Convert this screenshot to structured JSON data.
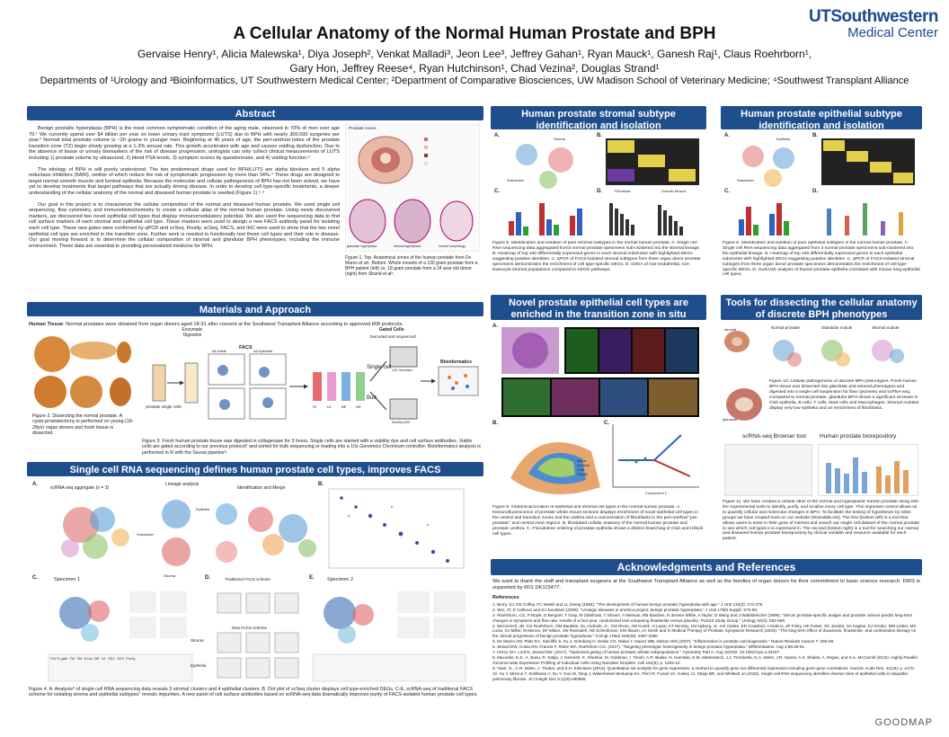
{
  "logo": {
    "line1": "UTSouthwestern",
    "line2": "Medical Center"
  },
  "title": "A Cellular Anatomy of the Normal Human Prostate and BPH",
  "authors_line1": "Gervaise Henry¹, Alicia Malewska¹, Diya Joseph², Venkat Malladi³, Jeon Lee³, Jeffrey Gahan¹, Ryan Mauck¹, Ganesh Raj¹, Claus Roehrborn¹,",
  "authors_line2": "Gary Hon, Jeffrey Reese⁴, Ryan Hutchinson¹, Chad Vezina², Douglas Strand¹",
  "affiliations": "Departments of ¹Urology and ³Bioinformatics, UT Southwestern Medical Center; ²Department of Comparative Biosciences, UW Madison School of Veterinary Medicine; ⁴Southwest Transplant Alliance",
  "sections": {
    "abstract": "Abstract",
    "materials": "Materials and Approach",
    "scrna": "Single cell RNA sequencing defines human prostate cell types, improves FACS",
    "stromal": "Human prostate stromal subtype identification and isolation",
    "epithelial": "Human prostate epithelial subtype identification and isolation",
    "novel_line1": "Novel prostate epithelial cell types are",
    "novel_line2": "enriched in the transition zone in situ",
    "tools": "Tools for dissecting the cellular anatomy of discrete BPH phenotypes",
    "ack": "Acknowledgments and References"
  },
  "abstract": {
    "p1": "Benign prostatic hyperplasia (BPH) is the most common symptomatic condition of the aging male, observed in 70% of men over age 70.¹ We currently spend over $4 billion per year on lower urinary tract symptoms (LUTS) due to BPH with nearly 300,000 surgeries per year.² Normal total prostate volume is ~20 grams in younger men. Beginning at 40 years of age, the peri-urethral lobes of the prostate transition zone (TZ) begin slowly growing at a 1-3% annual rate. This growth accelerates with age and causes voiding dysfunction. Due to the absence of tissue or urinary biomarkers of the risk of disease progression, urologists can only collect clinical measurements of LUTS including 1) prostate volume by ultrasound, 2) blood PSA levels, 3) symptom scores by questionnaire, and 4) voiding function.³",
    "p2": "The etiology of BPH is still poorly understood. The two predominant drugs used for BPH/LUTS are alpha blockers and 5 alpha reductase inhibitors (5ARI), neither of which reduce the risk of symptomatic progression by more than 34%.⁴ These drugs are designed to target normal smooth muscle and luminal epithelia. Because the molecular and cellular pathogenesis of BPH has not been solved, we have yet to develop treatments that target pathways that are actually driving disease. In order to develop cell type-specific treatments, a deeper understanding of the cellular anatomy of the normal and diseased human prostate is needed (Figure 1).⁵˒⁶",
    "p3": "Our goal in this project is to characterize the cellular composition of the normal and diseased human prostate. We used single cell sequencing, flow cytometry, and immunohistochemistry to create a cellular atlas of the normal human prostate. Using newly discovered markers, we discovered two novel epithelial cell types that display immunomodulatory potential. We also used the sequencing data to find cell surface markers of each stromal and epithelial cell type. These markers were used to design a new FACS antibody panel for isolating each cell type. These new gates were confirmed by qPCR and scSeq. Finally, scSeq, FACS, and IHC were used to show that the two novel epithelial cell type are enriched in the transition zone. Further work is needed to functionally test these cell types and their role in disease. Our goal moving forward is to determine the cellular composition of stromal and glandular BPH phenotypes, including the immune environment. These data are essential to providing personalized medicine for BPH.",
    "fig1_caption": "Figure 1. Top. Anatomical zones of the human prostate from De Marzo et al⁶. Bottom. Whole mounts of a 130 gram prostate from a BPH patient (left) vs. 18 gram prostate from a 24 year old donor (right) from Strand et al⁶.",
    "fig1_labels": {
      "prostate_zones": "Prostate zones",
      "bph": "glandular hyperplasia",
      "stromal": "stromal hyperplasia",
      "normal": "normal morphology"
    }
  },
  "materials": {
    "human_tissue_label": "Human Tissue",
    "human_tissue": ": Normal prostates were obtained from organ donors aged 18-31 after consent at the Southwest Transplant Alliance according to approved IRB protocols.",
    "fig2_caption": "Figure 2. Dissecting the normal prostate. A cysto-prostatectomy is performed on young (18-28yo) organ donors and fresh tissue is dissected.",
    "fig3_caption": "Figure 3. Fresh human prostate tissue was digested in collagenase for 3 hours. Single cells are stained with a viability dye and cell surface antibodies. Viable cells are gated according to our previous protocol⁷ and sorted for bulk sequencing or loading into a 10x Genomics Chromium controller. Bioinformatics analysis is performed in R with the Seurat pipeline⁸.",
    "flow": {
      "enzymatic": "Enzymatic Digestion",
      "prostate_cells": "prostate single cells",
      "facs": "FACS",
      "all_viable": "All viable",
      "all_epith": "All Epithelia",
      "gated": "Gated Cells",
      "barcoded": "barcoded and sequenced",
      "single": "Single cell",
      "bulk": "Bulk",
      "tenx": "10X Genomics",
      "nextseq": "NextSeq 500",
      "bioinf": "Bioinformatics",
      "tubes": [
        "St",
        "LE",
        "BE",
        "OE"
      ]
    }
  },
  "scrna": {
    "aggregate": "scRNA-seq aggregate (n = 3)",
    "lineage": "Lineage analysis",
    "ident": "Identification and Merge",
    "epithelia": "Epithelia",
    "stroma": "Stroma",
    "subcluster": "Subcluster",
    "specimen1": "Specimen 1",
    "specimen2": "Specimen 2",
    "trad": "Traditional FACS scheme",
    "newfacs": "New FACS scheme",
    "stroma_lbl": "Stroma",
    "epith_lbl": "Epithelia",
    "table_header": [
      "FACS gate",
      "Fib",
      "SM",
      "Endo",
      "BE",
      "LE",
      "OE1",
      "OE2",
      "Purity"
    ],
    "clusters": [
      "Fib",
      "SM",
      "Endo",
      "BE",
      "LE",
      "OE1",
      "OE2"
    ],
    "fig4_caption": "Figure 4. A. Analysis⁸ of single cell RNA sequencing data reveals 3 stromal clusters and 4 epithelial clusters. B. Dot plot of scSeq cluster displays cell type-enriched DEGs. C-E, scRNA-seq of traditional FACS scheme for isolating stroma and epithelial subtypes⁷ reveals impurities. A new panel of cell surface antibodies based on scRNA-seq data dramatically improves purity of FACS-isolated human prostate cell types."
  },
  "stromal": {
    "fig5_caption": "Figure 5. Identification and isolation of pure stromal subtypes in the normal human prostate. A. Single cell RNA sequencing data aggregated from3 normal prostate specimens sub-clustered into the stromal lineage. B. Heatmap of top 100 differentially expressed genes in each stromal subcluster with highlighted DEGs suggesting putative identities. C. qPCR of FACS-isolated stromal subtypes from three organ donor prostate specimens demonstrates the enrichment of cell type-specific DEGs. D. GSEA of non-endothelial, non-leukocyte stromal populations compared to KEGG pathways.",
    "panel_labels": [
      "A.",
      "B.",
      "C.",
      "D."
    ],
    "stroma_lbl": "Stroma",
    "subcluster": "Subcluster",
    "fibroblast": "Fibroblast",
    "smooth": "Smooth Muscle",
    "endothelia": "Endothelia",
    "fibro_d": "Fibroblast",
    "smooth_d": "Smooth Muscle"
  },
  "epithelial": {
    "fig6_caption": "Figure 6. Identification and isolation of pure epithelial subtypes in the normal human prostate. A. Single cell RNA sequencing data aggregated from 3 normal prostate specimens sub-clustered into the epithelial lineage. B. Heatmap of top 100 differentially expressed genes in each epithelial subcluster with highlighted DEGs suggesting putative identities. C. qPCR of FACS-isolated stromal subtypes from three organ donor prostate specimens demonstrates the enrichment of cell type-specific DEGs. D. GuSAGE analysis of human prostate epithelia correlated with mouse lung epithelial cell types.",
    "panel_labels": [
      "A.",
      "B.",
      "C.",
      "D."
    ],
    "epithelia": "Epithelia",
    "subcluster": "Subcluster"
  },
  "novel": {
    "fig9_caption": "Figure 9. Anatomical location of epithelial and stromal cell types in the normal human prostate. A. Immunofluorescence of prostate whole mount sections displays enrichment of novel epithelial cell types in the central and transition zones and the urethra and a concentration of fibroblasts in the peri-urethral \"pre-prostatic\" and central zone regions. B. Illustrated cellular anatomy of the normal human prostate and prostatic urethra. C. Pseudotime ordering of prostate epithelia shows a distinct branching of Club and Hillock cell types.",
    "panel_labels": [
      "A.",
      "B.",
      "C."
    ],
    "legend": [
      "Basal",
      "Luminal",
      "Club",
      "Hillock"
    ],
    "component": "Component 1"
  },
  "tools": {
    "normal": "Normal prostate",
    "glandular": "Glandular nodule",
    "stromal_nodule": "Stromal nodule",
    "stromal": "stromal",
    "glandular_lbl": "glandular",
    "fig10_caption": "Figure 10. Cellular pathogenesis of discrete BPH phenotypes. Fresh human BPH tissue was dissected into glandular and stromal phenotypes and digested into a single cell suspension for flow cytometry and scRNA-seq. Compared to normal prostate, glandular BPH shows a significant increase in Club epithelia, B cells, T cells, Mast cells and Macrophages. Stromal nodules display very low epithelia and an enrichment of fibroblasts.",
    "browser": "scRNA-seq Browser tool",
    "biorepo": "Human prostate biorepository",
    "fig11_caption": "Figure 11. We have created a cellular atlas of the normal and hyperplastic human prostate along with the experimental tools to identify, purify, and localize every cell type. This important control allows us to quantify cellular and molecular changes in BPH. To facilitate the testing of hypotheses by other groups we have created tools on our website (Strandlab.net). The first (bottom left) is a tool that allows users to enter in their gene of interest and search our single cell dataset of the normal prostate to see which cell types it is expressed in. The second (bottom right) is a tool for searching our normal and diseased human prostate biorepository by clinical variable and resource available for each patient."
  },
  "ack": {
    "text": "We want to thank the staff and transplant surgeons at the Southwest Transplant Alliance as well as the families of organ donors for their commitment to basic science research. DWS is supported by R01 DK115477.",
    "refs_title": "References",
    "refs": [
      "1.  Berry, SJ, DS Coffey, PC Walsh and LL Ewing (1984). \"The development of human benign prostatic hyperplasia with age.\" J Urol 132(3): 474-479.",
      "2.  Wei, JT, E Calhoun and SJ Jacobsen (2008). \"Urologic diseases in america project: benign prostatic hyperplasia.\" J Urol 179(5 Suppl): S75-80.",
      "3.  Roehrborn, CG, P Boyle, D Bergner, T Gray, M Gittelman, T Shown, A Melman, RB Bracken, R deVere White, A Taylor, D Wang and J Waldstreicher (1999). \"Serum prostate-specific antigen and prostate volume predict long-term changes in symptoms and flow rate: results of a four-year, randomized trial comparing finasteride versus placebo. PLESS Study Group.\" Urology 54(4): 662-669.",
      "4.  McConnell, JD, CG Roehrborn, OM Bautista, GL Andriole, Jr., CM Dixon, JW Kusek, H Lepor, KT McVary, LM Nyberg, Jr., HS Clarke, ED Crawford, A Diokno, JP Foley, HE Foster, SC Jacobs, SA Kaplan, KJ Kreder, MM Lieber, MS Lucia, GJ Miller, M Menon, DF Milam, JW Ramsdell, NS Schenkman, KM Slawin, JA Smith and G Medical Therapy of Prostatic Symptoms Research (2003). \"The long-term effect of doxazosin, finasteride, and combination therapy on the clinical progression of benign prostatic hyperplasia.\" N Engl J Med 349(25): 2387-2398.",
      "5.  De Marzo AM, Platz EA, Sutcliffe S, Xu J, Grönberg H, Drake CG, Nakai Y, Isaacs WB, Nelson WG (2007). \"Inflammation in prostate carcinogenesis.\" Nature Reviews Cancer 7: 256-69.",
      "6.  Strand DW, Costa DN, Francis F, Ricke WA, Roehrborn CG. (2017). \"Targeting phenotypic heterogeneity in benign prostatic hyperplasia.\" Differentiation. Aug 4;96:49-61.",
      "7.  Henry GH, Loof N, Strand DW. (2017). \"Optimized gating of human prostate cellular subpopulations.\" Cytometry Part A. Aug 18;DOI: 10.1002/cyto.a.23187.",
      "8.  Macosko, E.Z., A. Basu, R. Satija, J. Nemesh, K. Shekhar, M. Goldman, I. Tirosh, A.R. Bialas, N. Kamitaki, E.M. Martersteck, J.J. Trombetta, D.A. Weitz, J.R. Sanes, A.K. Shalek, A. Regev, and S.A. McCarroll (2015). Highly Parallel Genome-wide Expression Profiling of Individual Cells Using Nanoliter Droplets. Cell 161(5): p. 1202-14.",
      "9.  Yaari, G., C.R. Bolen, J. Thakar, and S.H. Kleinstein (2013). Quantitative set analysis for gene expression: a method to quantify gene set differential expression including gene-gene correlations. Nucleic Acids Res. 41(18): p. e170.",
      "10. Xu Y, Mizuno T, Sridharan A, Du Y, Guo M, Tang J, Wikenheiser-Brokamp KA, Perl AT, Funari VA, Gokey JJ, Stripp BR, and Whitsett JA (2016). Single-cell RNA sequencing identifies diverse roles of epithelial cells in idiopathic pulmonary fibrosis. JCI Insight Dec 8;1(20):e90558."
    ]
  },
  "footer_logo": "GOODMAP",
  "colors": {
    "header_blue": "#1f4e8c",
    "logo_blue": "#1a4b8c"
  }
}
